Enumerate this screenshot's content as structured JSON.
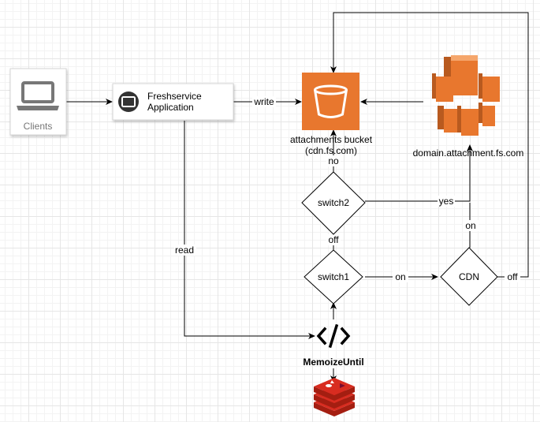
{
  "nodes": {
    "clients": {
      "label": "Clients"
    },
    "app": {
      "label_line1": "Freshservice",
      "label_line2": "Application"
    },
    "bucket": {
      "label_line1": "attachments bucket",
      "label_line2": "(cdn.fs.com)"
    },
    "domain": {
      "label": "domain.attachment.fs.com"
    },
    "switch2": {
      "label": "switch2"
    },
    "switch1": {
      "label": "switch1"
    },
    "cdn": {
      "label": "CDN"
    },
    "memoize": {
      "label": "MemoizeUntil"
    }
  },
  "edges": {
    "write": "write",
    "read": "read",
    "no": "no",
    "yes": "yes",
    "off_switch2": "off",
    "on_switch1": "on",
    "on_cdn": "on",
    "off_cdn": "off"
  },
  "icons": {
    "clients": "laptop-icon",
    "app": "application-window-icon",
    "bucket": "s3-bucket-icon",
    "domain": "cloudfront-icon",
    "memoize": "code-icon",
    "cache": "redis-icon"
  },
  "colors": {
    "aws_orange": "#e8772e",
    "redis_red": "#d82c20",
    "clients_gray": "#777777"
  }
}
